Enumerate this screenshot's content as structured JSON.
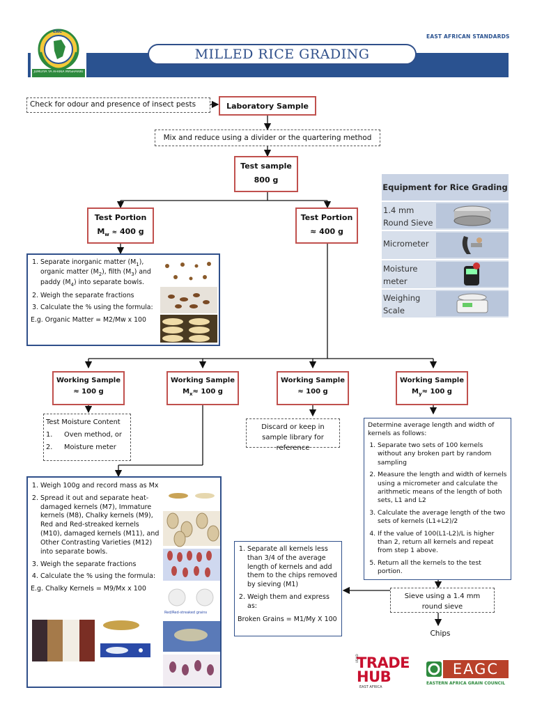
{
  "header": {
    "title": "MILLED RICE GRADING",
    "standards_label": "EAST AFRICAN STANDARDS",
    "logo_ribbon": "JUMUIYA YA AFRIKA MASHARIKI",
    "logo_ring": "EAC"
  },
  "top": {
    "check_note": "Check for odour and presence of insect pests",
    "lab_sample": "Laboratory Sample",
    "mix_note": "Mix and reduce using a divider or the quartering method",
    "test_sample_title": "Test sample",
    "test_sample_weight": "800 g"
  },
  "portions": {
    "left_title": "Test Portion",
    "left_weight": "400 g",
    "right_title": "Test Portion",
    "right_weight": "≈ 400 g"
  },
  "impurities": {
    "step1_pre": "Separate inorganic matter (M",
    "step1_mid1": "), organic matter (M",
    "step1_mid2": "), filth (M",
    "step1_mid3": ") and paddy (M",
    "step1_post": ") into separate bowls.",
    "step2": "Weigh the separate fractions",
    "step3": "Calculate the % using the formula:",
    "formula": "E.g. Organic Matter = M2/Mw x 100"
  },
  "equipment": {
    "title": "Equipment for Rice Grading",
    "items": [
      {
        "label": "1.4 mm Round Sieve",
        "icon": "round-sieve-icon"
      },
      {
        "label": "Micrometer",
        "icon": "micrometer-icon"
      },
      {
        "label": "Moisture meter",
        "icon": "moisture-meter-icon"
      },
      {
        "label": "Weighing Scale",
        "icon": "weighing-scale-icon"
      }
    ]
  },
  "working": {
    "title": "Working Sample",
    "w1_weight": "≈ 100 g",
    "w2_weight": "≈ 100 g",
    "w3_weight": "≈ 100 g",
    "w4_weight": "≈ 100 g"
  },
  "moisture": {
    "heading": "Test Moisture Content",
    "n1": "1.",
    "item1": "Oven method, or",
    "n2": "2.",
    "item2": "Moisture meter"
  },
  "discard": {
    "text": "Discard or keep in sample library for reference"
  },
  "length": {
    "intro": "Determine average length and width of kernels as follows:",
    "step1": "Separate two sets of 100 kernels without any broken part by random sampling",
    "step2": "Measure the length and width of kernels using a micrometer and calculate the arithmetic means of the length of both sets, L1 and L2",
    "step3": "Calculate the average length of the two sets of kernels (L1+L2)/2",
    "step4": "If the value of 100(L1-L2)/L is higher than 2, return all kernels and repeat from step 1 above.",
    "step5": "Return all the kernels to the test portion."
  },
  "defects": {
    "step1": "Weigh 100g and record mass as Mx",
    "step2": "Spread it out and separate heat-damaged kernels (M7), Immature kernels (M8), Chalky kernels (M9), Red and Red-streaked kernels (M10), damaged kernels (M11), and Other Contrasting Varieties (M12) into separate bowls.",
    "step3": "Weigh the separate fractions",
    "step4": "Calculate the % using the formula:",
    "formula": "E.g. Chalky Kernels = M9/Mx x 100",
    "photo_caption": "Red/Red-streaked grains"
  },
  "broken": {
    "step1": "Separate all kernels less than 3/4 of the average length of kernels and add them to the chips removed by sieving (M1)",
    "step2": "Weigh them and express as:",
    "formula": "Broken Grains = M1/My X 100"
  },
  "sieve": {
    "text": "Sieve using a 1.4 mm round sieve",
    "chips": "Chips"
  },
  "footer": {
    "trade_hub": "TRADE HUB",
    "trade_hub_tag": "USAID",
    "trade_hub_sub": "EAST AFRICA",
    "eagc": "EAGC",
    "eagc_full": "EASTERN AFRICA GRAIN COUNCIL"
  },
  "colors": {
    "header_blue": "#2a5290",
    "box_red": "#c0504d",
    "box_blue": "#2f4f8a",
    "eagc_green": "#2e8a3e",
    "trade_hub_red": "#c8102e"
  }
}
